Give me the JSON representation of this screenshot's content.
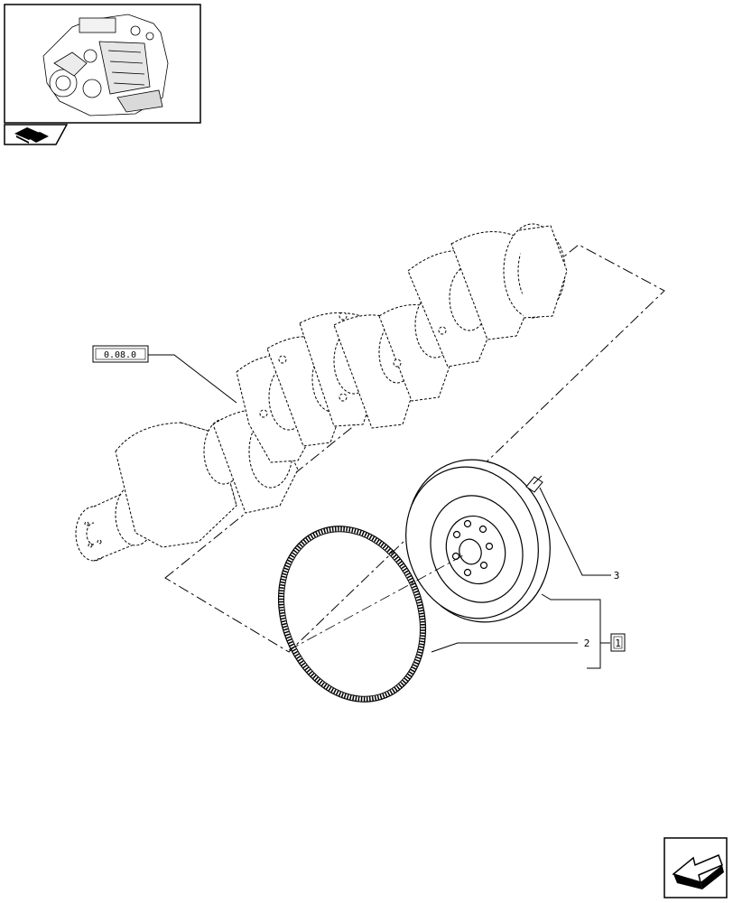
{
  "reference_box": {
    "label": "0.08.0"
  },
  "callouts": [
    {
      "id": "ring-gear",
      "number": "2"
    },
    {
      "id": "screw",
      "number": "3"
    }
  ],
  "assembly_box": {
    "label": "1"
  },
  "icons": {
    "thumbnail": "engine-thumbnail-icon",
    "section": "parts-book-icon",
    "navigation": "return-arrow-icon"
  },
  "colors": {
    "line": "#000000",
    "background": "#ffffff"
  }
}
